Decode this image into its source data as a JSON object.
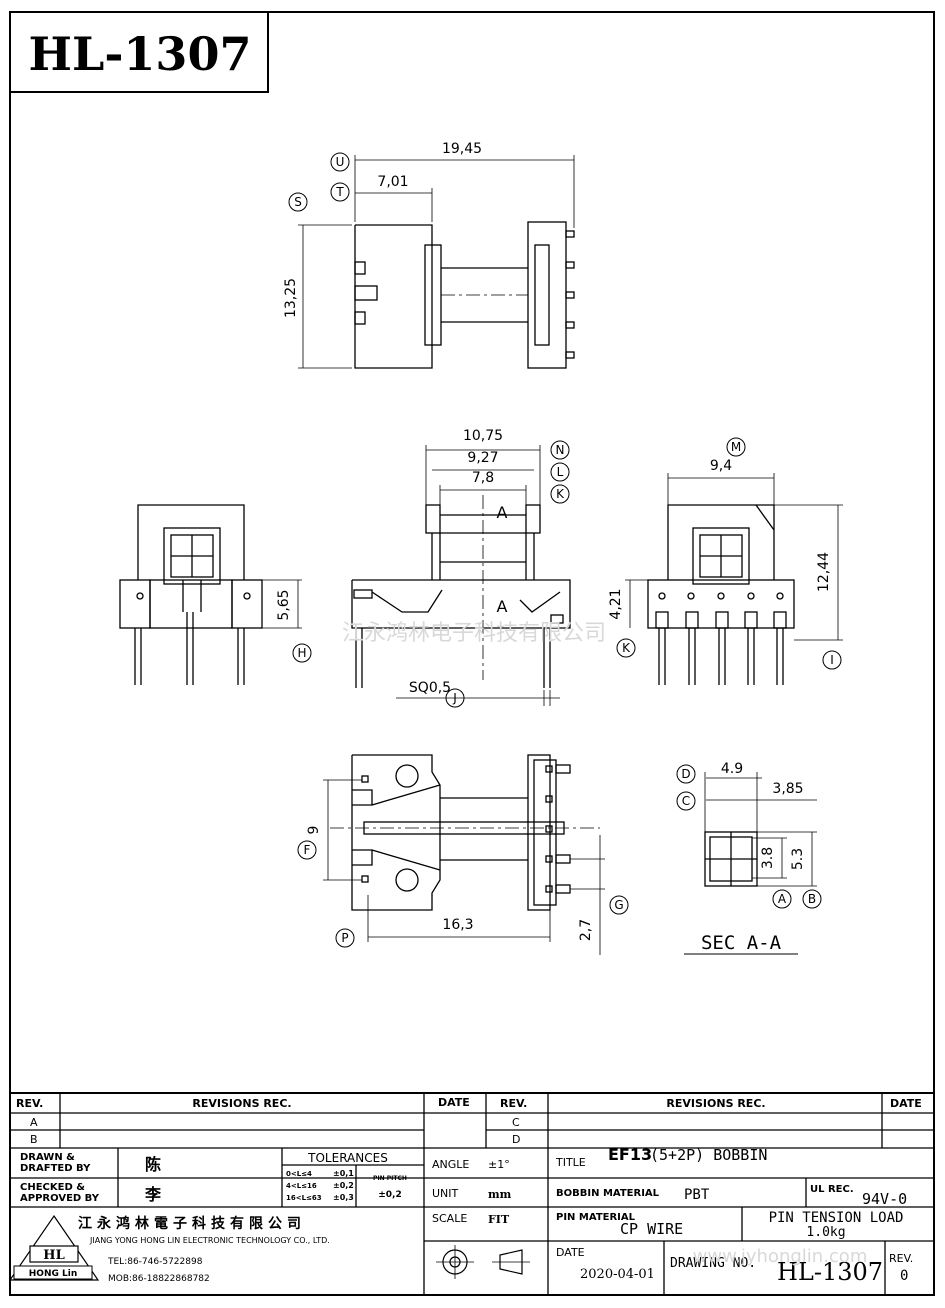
{
  "part_number": "HL-1307",
  "dimensions": {
    "top_length": "19,45",
    "top_offset": "7,01",
    "top_height": "13,25",
    "front_width1": "10,75",
    "front_width2": "9,27",
    "front_width3": "7,8",
    "left_height": "5,65",
    "right_width": "9,4",
    "right_height": "12,44",
    "right_pin_height": "4,21",
    "pin_sq": "SQ0,5",
    "bottom_pitch": "9",
    "bottom_length": "16,3",
    "bottom_pin_pitch": "2,7",
    "sec_w1": "4.9",
    "sec_w2": "3,85",
    "sec_h1": "3.8",
    "sec_h2": "5.3"
  },
  "callouts": {
    "U": "U",
    "T": "T",
    "S": "S",
    "N": "N",
    "L": "L",
    "K": "K",
    "M": "M",
    "H": "H",
    "J": "J",
    "I": "I",
    "F": "F",
    "G": "G",
    "P": "P",
    "D": "D",
    "C": "C",
    "A": "A",
    "B": "B"
  },
  "section_labels": {
    "upper": "A",
    "lower": "A"
  },
  "section_title": "SEC  A-A",
  "watermark_cn": "江永鸿林电子科技有限公司",
  "watermark_url": "www.jyhonglin.com",
  "title_block": {
    "rev_header": "REV.",
    "revisions_header": "REVISIONS  REC.",
    "date_header": "DATE",
    "rev_rows_left": [
      "A",
      "B"
    ],
    "rev_rows_right": [
      "C",
      "D"
    ],
    "drawn_label": "DRAWN &\nDRAFTED BY",
    "drawn_name": "陈",
    "checked_label": "CHECKED &\nAPPROVED BY",
    "checked_name": "李",
    "tolerances_title": "TOLERANCES",
    "tol_rows": [
      {
        "range": "0<L≤4",
        "val": "±0,1"
      },
      {
        "range": "4<L≤16",
        "val": "±0,2"
      },
      {
        "range": "16<L≤63",
        "val": "±0,3"
      }
    ],
    "pin_pitch_label": "PIN PITCH",
    "pin_pitch_val": "±0,2",
    "angle_label": "ANGLE",
    "angle_val": "±1°",
    "unit_label": "UNIT",
    "unit_val": "mm",
    "scale_label": "SCALE",
    "scale_val": "FIT",
    "title_label": "TITLE",
    "title_main": "EF13",
    "title_rest": "(5+2P)  BOBBIN",
    "bobbin_mat_label": "BOBBIN MATERIAL",
    "bobbin_mat_val": "PBT",
    "ul_label": "UL REC.",
    "ul_val": "94V-0",
    "pin_mat_label": "PIN MATERIAL",
    "pin_mat_val": "CP  WIRE",
    "pin_tension_label": "PIN TENSION LOAD",
    "pin_tension_val": "1.0kg",
    "date_label": "DATE",
    "date_val": "2020-04-01",
    "drawing_no_label": "DRAWING NO.",
    "drawing_no_val": "HL-1307",
    "rev_label": "REV.",
    "rev_val": "0",
    "company_cn": "江永鸿林電子科技有限公司",
    "company_en": "JIANG YONG HONG LIN ELECTRONIC TECHNOLOGY CO., LTD.",
    "tel": "TEL:86-746-5722898",
    "mob": "MOB:86-18822868782",
    "logo_letters": "HL",
    "logo_caption": "HONG Lin"
  }
}
